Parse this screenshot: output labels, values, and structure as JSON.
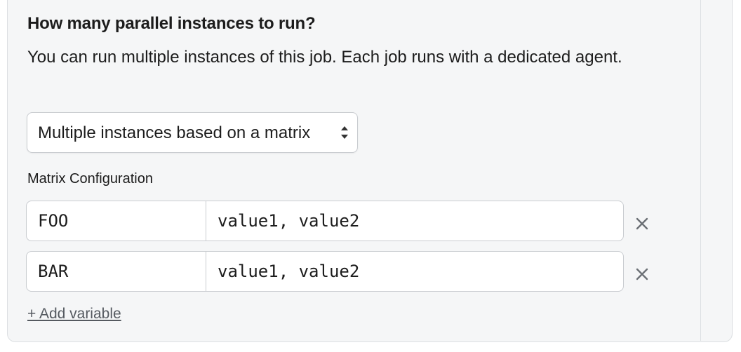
{
  "section": {
    "title": "How many parallel instances to run?",
    "description": "You can run multiple instances of this job. Each job runs with a dedicated agent."
  },
  "parallelism_select": {
    "value": "Multiple instances based on a matrix",
    "icon": "select-updown-icon"
  },
  "matrix": {
    "label": "Matrix Configuration",
    "rows": [
      {
        "name": "FOO",
        "values": "value1, value2",
        "remove_icon": "close-icon"
      },
      {
        "name": "BAR",
        "values": "value1, value2",
        "remove_icon": "close-icon"
      }
    ],
    "add_label": "+ Add variable"
  },
  "colors": {
    "panel_bg": "#f5f6f7",
    "border": "#c9ccd0",
    "text": "#1c1c1c",
    "muted": "#555a60"
  }
}
